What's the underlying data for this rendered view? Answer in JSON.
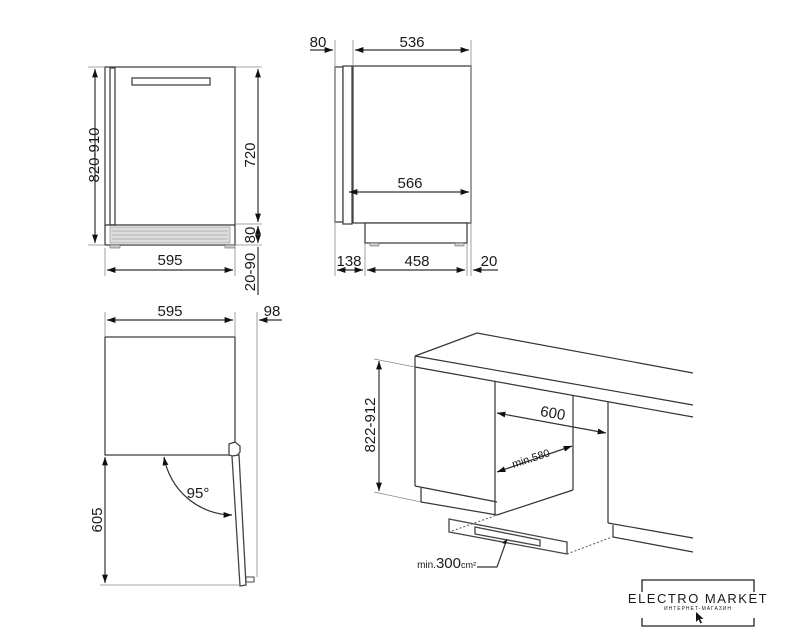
{
  "front_view": {
    "height_total": "820-910",
    "height_body": "720",
    "plinth": "80",
    "feet": "20-90",
    "width": "595"
  },
  "side_view": {
    "door_depth": "80",
    "body_depth": "536",
    "depth_total": "566",
    "front_offset": "138",
    "plinth_depth": "458",
    "rear_gap": "20"
  },
  "top_view": {
    "width": "595",
    "door_extra": "98",
    "door_depth": "605",
    "opening_angle": "95°"
  },
  "installation_view": {
    "niche_height": "822-912",
    "niche_depth": "600",
    "niche_width": "min.580",
    "vent_prefix": "min.",
    "vent_value": "300",
    "vent_unit": "cm²"
  },
  "logo": {
    "title": "ELECTRO MARKET",
    "subtitle": "ИНТЕРНЕТ-МАГАЗИН"
  }
}
